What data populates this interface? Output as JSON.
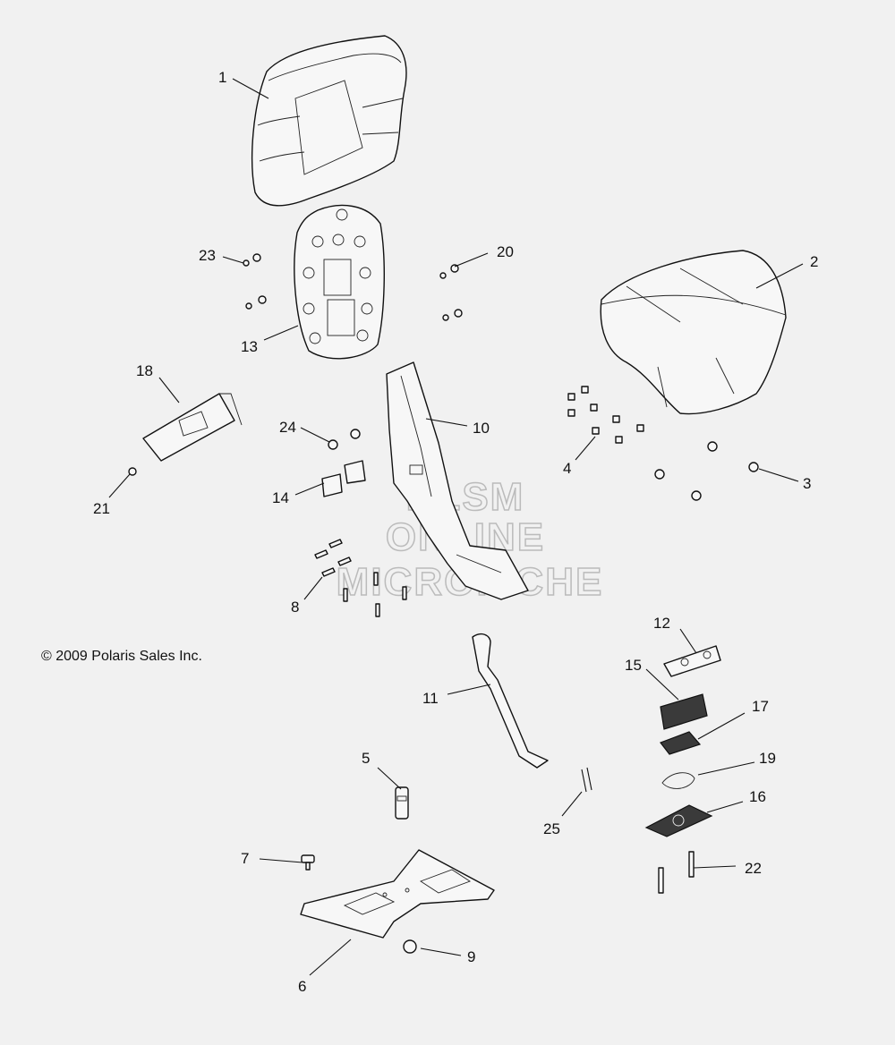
{
  "copyright": "© 2009 Polaris Sales Inc.",
  "watermark": [
    "HLSM",
    "ONLINE",
    "MICROFICHE"
  ],
  "callouts": [
    "1",
    "2",
    "3",
    "4",
    "5",
    "6",
    "7",
    "8",
    "9",
    "10",
    "11",
    "12",
    "13",
    "14",
    "15",
    "16",
    "17",
    "18",
    "19",
    "20",
    "21",
    "22",
    "23",
    "24",
    "25"
  ]
}
